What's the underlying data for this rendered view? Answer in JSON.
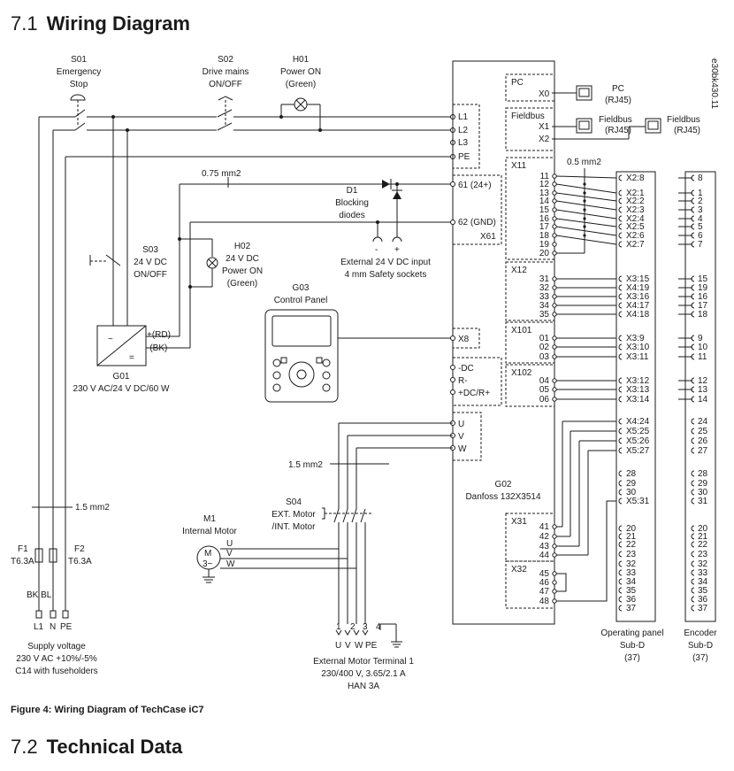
{
  "section1": {
    "number": "7.1",
    "title": "Wiring Diagram"
  },
  "section2": {
    "number": "7.2",
    "title": "Technical Data"
  },
  "figure_caption": "Figure 4:  Wiring Diagram of TechCase iC7",
  "doc_code": "e30bk430.11",
  "s01": [
    "S01",
    "Emergency",
    "Stop"
  ],
  "s02": [
    "S02",
    "Drive mains",
    "ON/OFF"
  ],
  "h01": [
    "H01",
    "Power ON",
    "(Green)"
  ],
  "main_terms": [
    "L1",
    "L2",
    "L3",
    "PE"
  ],
  "pc": {
    "box": "PC",
    "x": "X0",
    "label": "PC",
    "conn": "(RJ45)"
  },
  "fieldbus": {
    "box": "Fieldbus",
    "x1": "X1",
    "x2": "X2",
    "label1": "Fieldbus",
    "conn1": "(RJ45)",
    "label2": "Fieldbus",
    "conn2": "(RJ45)"
  },
  "wire_075": "0.75 mm2",
  "wire_05": "0.5 mm2",
  "wire_15": "1.5 mm2",
  "d01": [
    "D1",
    "Blocking",
    "diodes"
  ],
  "x61": {
    "t61": "61 (24+)",
    "t62": "62 (GND)",
    "name": "X61"
  },
  "ext24": [
    "External 24 V DC input",
    "4 mm Safety sockets"
  ],
  "plus_minus": [
    "-",
    "+"
  ],
  "s03": [
    "S03",
    "24 V DC",
    "ON/OFF"
  ],
  "h02": [
    "H02",
    "24 V DC",
    "Power ON",
    "(Green)"
  ],
  "g03": [
    "G03",
    "Control Panel"
  ],
  "x8": "X8",
  "g01": {
    "out_plus": "+(RD)",
    "out_minus": "-(BK)",
    "ac": "~",
    "dc": "=",
    "name": "G01",
    "rating": "230 V AC/24 V DC/60 W"
  },
  "x102_terms": [
    "-DC",
    "R-",
    "+DC/R+"
  ],
  "uvw_terms": [
    "U",
    "V",
    "W"
  ],
  "g02": [
    "G02",
    "Danfoss 132X3514"
  ],
  "s04": [
    "S04",
    "EXT. Motor",
    "/INT. Motor"
  ],
  "m1": {
    "label": [
      "M1",
      "Internal Motor"
    ],
    "symbol": "M",
    "phase": "3~",
    "terms": [
      "U",
      "V",
      "W"
    ]
  },
  "fuses": {
    "f1": [
      "F1",
      "T6.3A"
    ],
    "f2": [
      "F2",
      "T6.3A"
    ],
    "colors": "BK BL"
  },
  "supply_terms": [
    "L1",
    "N",
    "PE"
  ],
  "supply": [
    "Supply voltage",
    "230 V AC +10%/-5%",
    "C14 with fuseholders"
  ],
  "motor_terminal": {
    "nums": [
      "1",
      "2",
      "3",
      "4"
    ],
    "terms": [
      "U",
      "V",
      "W",
      "PE"
    ],
    "desc": [
      "External Motor Terminal 1",
      "230/400 V, 3.65/2.1 A",
      "HAN 3A"
    ]
  },
  "io_groups": [
    {
      "name": "X11",
      "pins": [
        "11",
        "12",
        "13",
        "14",
        "15",
        "16",
        "17",
        "18",
        "19",
        "20"
      ]
    },
    {
      "name": "X12",
      "pins": [
        "31",
        "32",
        "33",
        "34",
        "35"
      ]
    },
    {
      "name": "X101",
      "pins": [
        "01",
        "02",
        "03"
      ]
    },
    {
      "name": "X102",
      "pins": [
        "04",
        "05",
        "06"
      ]
    },
    {
      "name": "X31",
      "pins": [
        "41",
        "42",
        "43",
        "44"
      ]
    },
    {
      "name": "X32",
      "pins": [
        "45",
        "46",
        "47",
        "48"
      ]
    }
  ],
  "op_panel_terms": [
    "X2:8",
    "X2:1",
    "X2:2",
    "X2:3",
    "X2:4",
    "X2:5",
    "X2:6",
    "X2:7",
    "X3:15",
    "X4:19",
    "X3:16",
    "X4:17",
    "X4:18",
    "X3:9",
    "X3:10",
    "X3:11",
    "X3:12",
    "X3:13",
    "X3:14",
    "X4:24",
    "X5:25",
    "X5:26",
    "X5:27",
    "28",
    "29",
    "30",
    "X5:31",
    "20",
    "21",
    "22",
    "23",
    "32",
    "33",
    "34",
    "35",
    "36",
    "37"
  ],
  "encoder_terms": [
    "8",
    "1",
    "2",
    "3",
    "4",
    "5",
    "6",
    "7",
    "15",
    "19",
    "16",
    "17",
    "18",
    "9",
    "10",
    "11",
    "12",
    "13",
    "14",
    "24",
    "25",
    "26",
    "27",
    "28",
    "29",
    "30",
    "31",
    "20",
    "21",
    "22",
    "23",
    "32",
    "33",
    "34",
    "35",
    "36",
    "37"
  ],
  "op_panel_label": [
    "Operating panel",
    "Sub-D",
    "(37)"
  ],
  "encoder_label": [
    "Encoder",
    "Sub-D",
    "(37)"
  ]
}
